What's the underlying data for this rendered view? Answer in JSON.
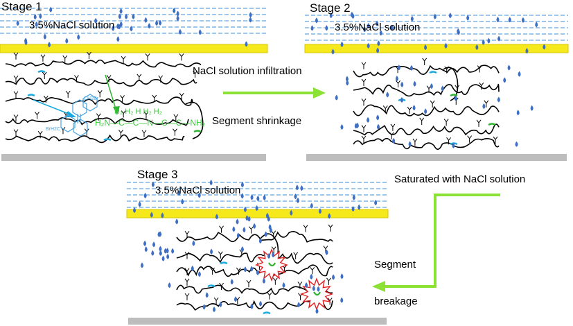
{
  "stages": [
    {
      "title": "Stage 1",
      "solution_label": "3.5%NaCl  solution"
    },
    {
      "title": "Stage 2",
      "solution_label": "3.5%NaCl  solution"
    },
    {
      "title": "Stage 3",
      "solution_label": "3.5%NaCl  solution"
    }
  ],
  "annotations": {
    "infiltration": "NaCl  solution infiltration",
    "shrinkage": "Segment shrinkage",
    "saturated": "Saturated with NaCl  solution",
    "segment": "Segment",
    "breakage": "breakage"
  },
  "molecule": {
    "ch2br_top": "CH2Br",
    "brh2c_bottom": "BrH2C",
    "amine_h_labels": "H₂    H₂    H     H₂    H₂",
    "amine_chain": "H₂N—C—C—N—C—C—NH₂"
  },
  "colors": {
    "coating": "#f5e81b",
    "coating_edge": "#d8c800",
    "substrate": "#bdbdbd",
    "water_line": "#3b8fd9",
    "droplet": "#3f6fc2",
    "arrow": "#8be234",
    "segment_cyan": "#1aa9df",
    "segment_green": "#2fb52f",
    "molecule_blue": "#4aa3e0",
    "molecule_green": "#3cc83c",
    "burst_red": "#e02020"
  }
}
